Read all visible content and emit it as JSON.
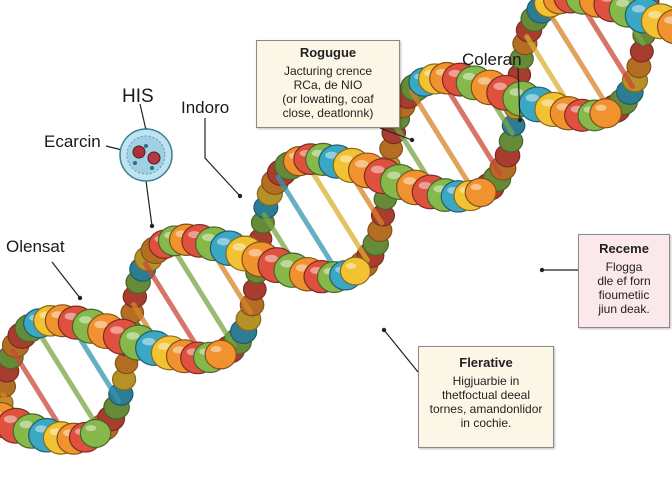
{
  "labels": {
    "his": "HIS",
    "indoro": "Indoro",
    "ecarcin": "Ecarcin",
    "olensat": "Olensat",
    "coleran": "Coleran"
  },
  "boxes": {
    "rogugue": {
      "title": "Rogugue",
      "lines": [
        "Jacturing crence",
        "RCa, de NIO",
        "(or lowating, coaf",
        "close, deatlonnk)"
      ]
    },
    "receme": {
      "title": "Receme",
      "lines": [
        "Flogga",
        "dle ef forn",
        "fioumetiic",
        "jiun deak."
      ]
    },
    "flerative": {
      "title": "Flerative",
      "lines": [
        "Higjuarbie in",
        "thetfoctual deeal",
        "tornes, amandonlidor",
        "in cochie."
      ]
    }
  },
  "colors": {
    "orange": "#f0922e",
    "red": "#e0503e",
    "green": "#86b84a",
    "teal": "#3aa7c4",
    "yellow": "#f2c233",
    "label_box": "#fbf6e6",
    "label_box_pink": "#fbe8ea",
    "leader_line": "#222222"
  }
}
